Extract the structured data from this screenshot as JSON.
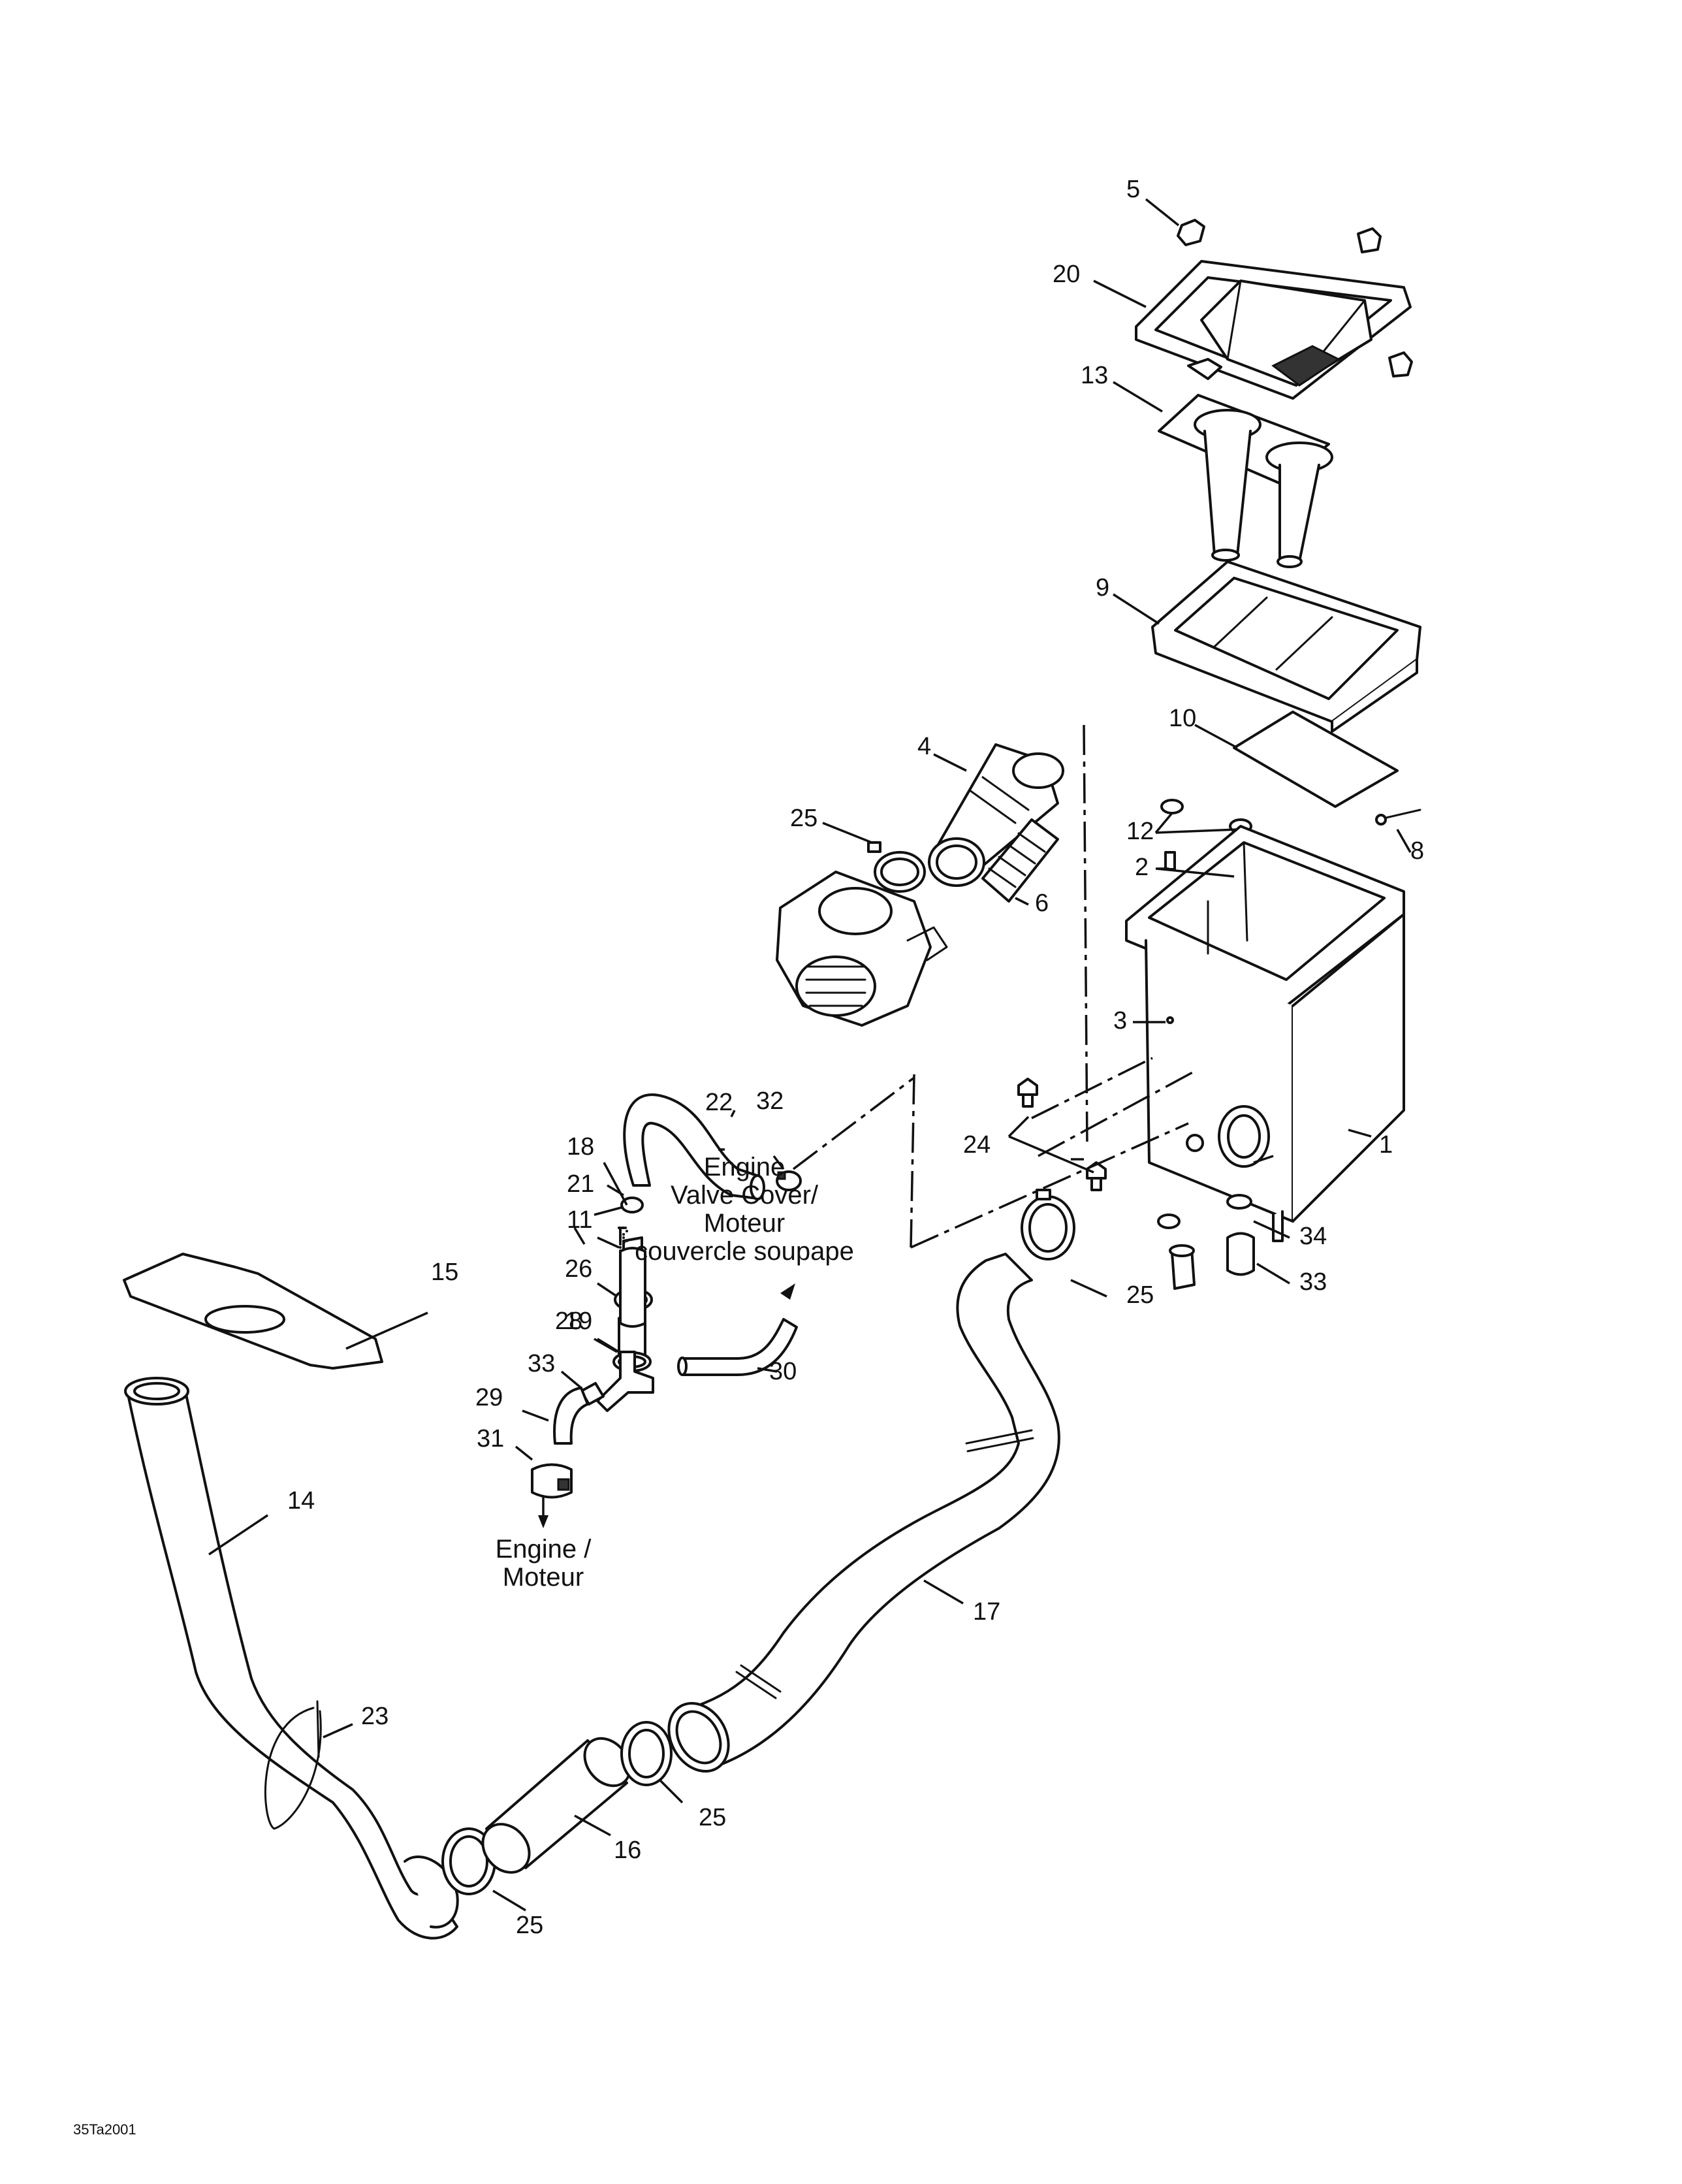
{
  "callouts": [
    {
      "id": "c5",
      "label": "5"
    },
    {
      "id": "c20",
      "label": "20"
    },
    {
      "id": "c13",
      "label": "13"
    },
    {
      "id": "c9",
      "label": "9"
    },
    {
      "id": "c10",
      "label": "10"
    },
    {
      "id": "c4",
      "label": "4"
    },
    {
      "id": "c25a",
      "label": "25"
    },
    {
      "id": "c6",
      "label": "6"
    },
    {
      "id": "c12",
      "label": "12"
    },
    {
      "id": "c8",
      "label": "8"
    },
    {
      "id": "c2",
      "label": "2"
    },
    {
      "id": "c3",
      "label": "3"
    },
    {
      "id": "c32",
      "label": "32"
    },
    {
      "id": "c22",
      "label": "22"
    },
    {
      "id": "c18",
      "label": "18"
    },
    {
      "id": "c24",
      "label": "24"
    },
    {
      "id": "c1",
      "label": "1"
    },
    {
      "id": "c21",
      "label": "21"
    },
    {
      "id": "c11",
      "label": "11"
    },
    {
      "id": "c26",
      "label": "26"
    },
    {
      "id": "c19",
      "label": "19"
    },
    {
      "id": "c34",
      "label": "34"
    },
    {
      "id": "c33a",
      "label": "33"
    },
    {
      "id": "c25b",
      "label": "25"
    },
    {
      "id": "c15",
      "label": "15"
    },
    {
      "id": "c28",
      "label": "28"
    },
    {
      "id": "c30",
      "label": "30"
    },
    {
      "id": "c33b",
      "label": "33"
    },
    {
      "id": "c29",
      "label": "29"
    },
    {
      "id": "c31",
      "label": "31"
    },
    {
      "id": "c14",
      "label": "14"
    },
    {
      "id": "c17",
      "label": "17"
    },
    {
      "id": "c23",
      "label": "23"
    },
    {
      "id": "c25c",
      "label": "25"
    },
    {
      "id": "c16",
      "label": "16"
    },
    {
      "id": "c25d",
      "label": "25"
    }
  ],
  "notes": {
    "valve_cover": [
      "Engine",
      "Valve Cover/",
      "Moteur",
      "couvercle soupape"
    ],
    "engine": [
      "Engine /",
      "Moteur"
    ]
  },
  "reference_code": "35Ta2001"
}
